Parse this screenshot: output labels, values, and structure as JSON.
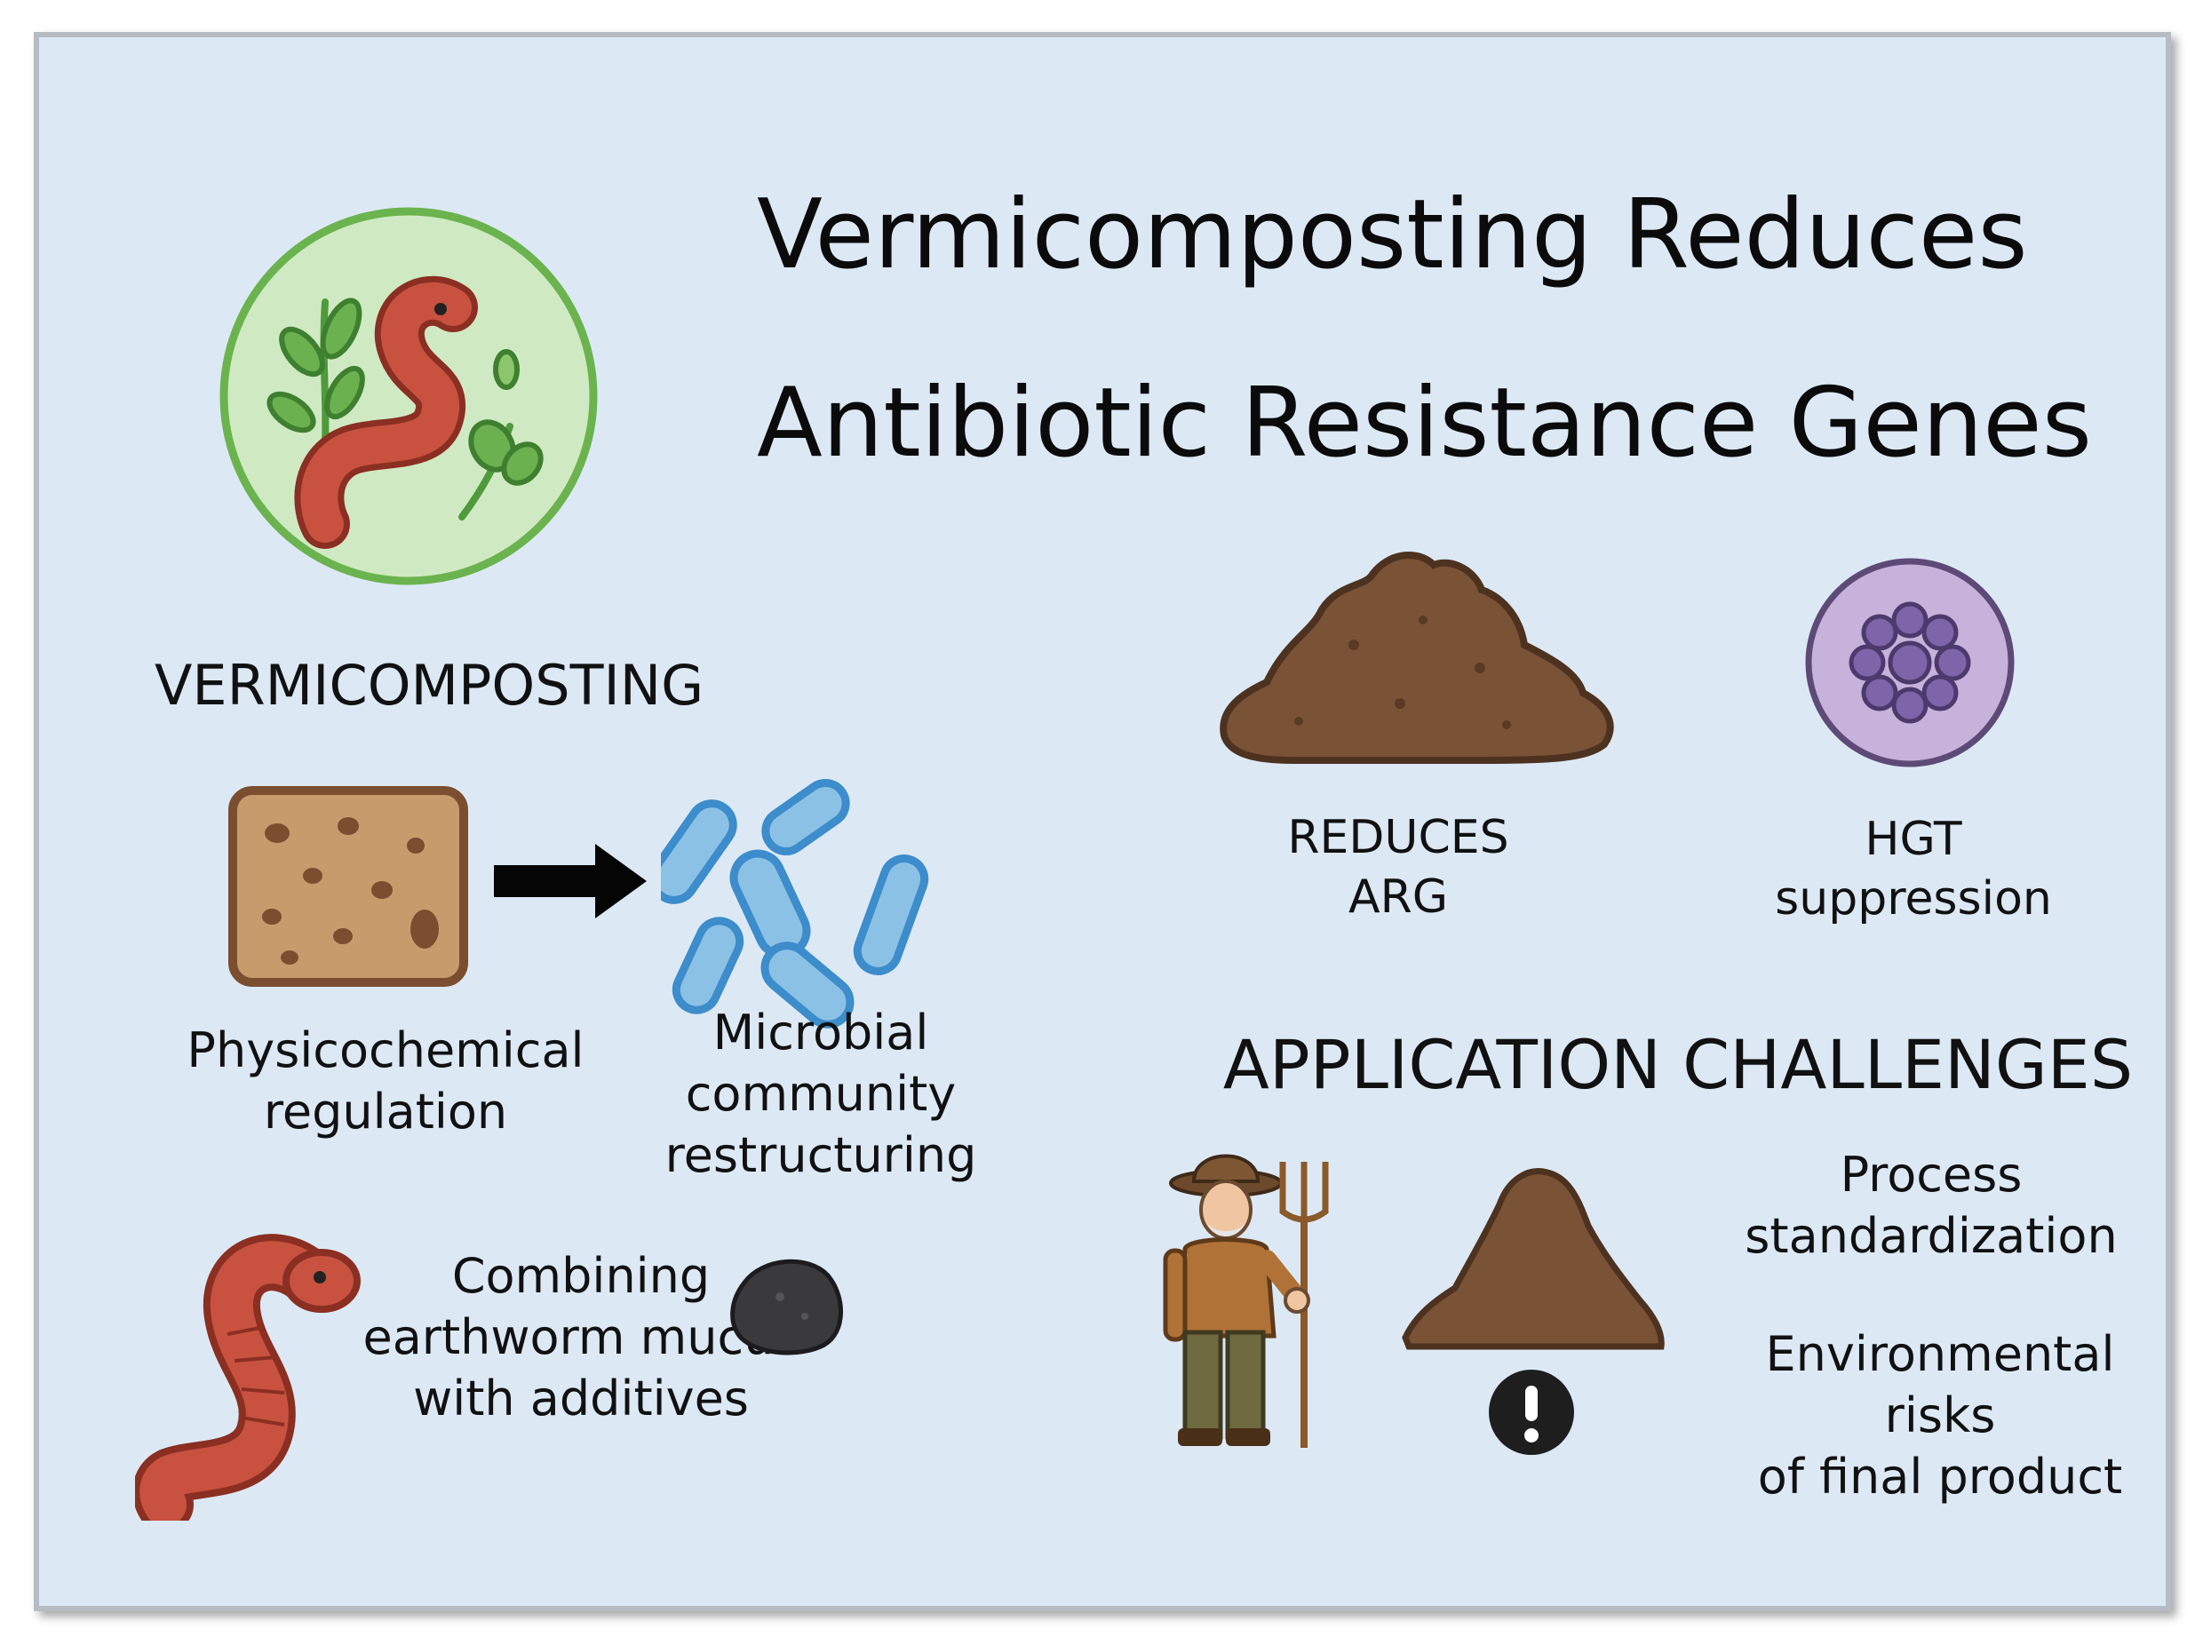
{
  "title": {
    "line1": "Vermicomposting Reduces",
    "line2": "Antibiotic Resistance Genes"
  },
  "left": {
    "heading": "VERMICOMPOSTING",
    "physicochemical": "Physicochemical\nregulation",
    "microbial": "Microbial\ncommunity\nrestructuring",
    "combining": "Combining\nearthworm mucus\nwith additives"
  },
  "right": {
    "reduces": "REDUCES\nARG",
    "hgt": "HGT\nsuppression",
    "challenges_heading": "APPLICATION CHALLENGES",
    "process": "Process\nstandardization",
    "environmental": "Environmental risks\nof final product"
  },
  "colors": {
    "background": "#dce9f5",
    "worm": "#c8523f",
    "soil": "#7a5236",
    "bacteria": "#8cc1e6",
    "vermi_badge": "#cfeac2",
    "hgt_badge": "#c6b2da"
  },
  "icons": [
    "earthworm-badge-icon",
    "soil-block-icon",
    "arrow-right-icon",
    "bacteria-icon",
    "earthworm-icon",
    "biochar-icon",
    "compost-pile-icon",
    "cell-cluster-icon",
    "farmer-icon",
    "small-compost-pile-icon",
    "warning-icon"
  ]
}
